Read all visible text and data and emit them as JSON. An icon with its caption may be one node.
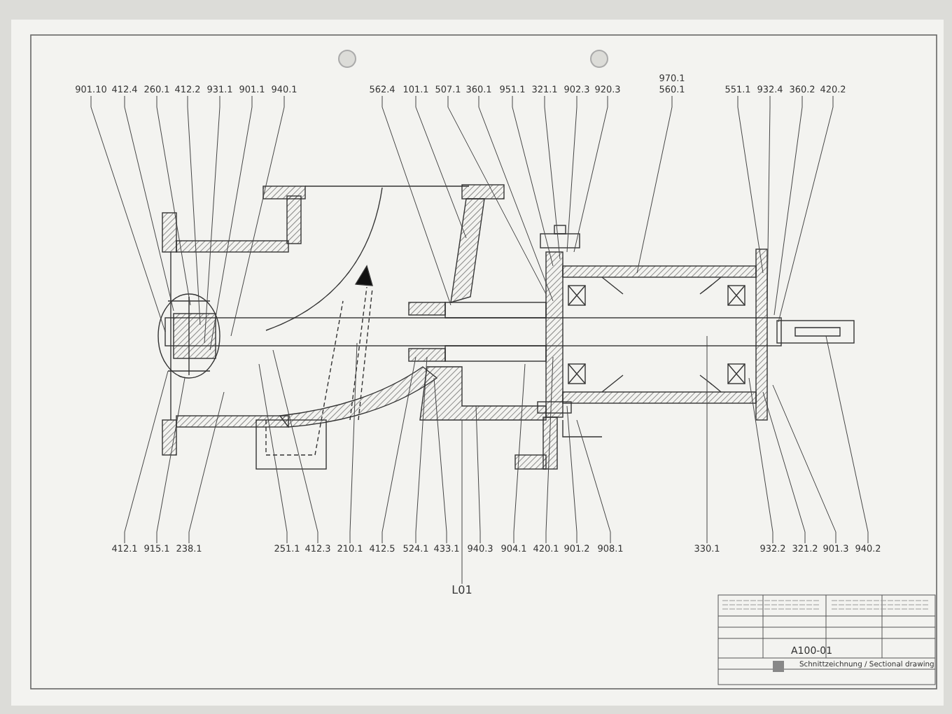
{
  "diagram": {
    "nodes": [
      {
        "text": [
          "901.10"
        ]
      },
      {
        "text": [
          "412.4"
        ]
      },
      {
        "text": [
          "260.1"
        ]
      },
      {
        "text": [
          "412.2"
        ]
      },
      {
        "text": [
          "931.1"
        ]
      },
      {
        "text": [
          "901.1"
        ]
      },
      {
        "text": [
          "940.1"
        ]
      },
      {
        "text": [
          "562.4"
        ]
      },
      {
        "text": [
          "101.1"
        ]
      },
      {
        "text": [
          "507.1"
        ]
      },
      {
        "text": [
          "360.1"
        ]
      },
      {
        "text": [
          "951.1"
        ]
      },
      {
        "text": [
          "321.1"
        ]
      },
      {
        "text": [
          "902.3"
        ]
      },
      {
        "text": [
          "920.3"
        ]
      },
      {
        "text": [
          "560.1"
        ]
      },
      {
        "text": [
          "551.1"
        ]
      },
      {
        "text": [
          "932.4"
        ]
      },
      {
        "text": [
          "360.2"
        ]
      },
      {
        "text": [
          "420.2"
        ]
      },
      {
        "text": [
          "412.1"
        ]
      },
      {
        "text": [
          "915.1"
        ]
      },
      {
        "text": [
          "238.1"
        ]
      },
      {
        "text": [
          "251.1"
        ]
      },
      {
        "text": [
          "412.3"
        ]
      },
      {
        "text": [
          "210.1"
        ]
      },
      {
        "text": [
          "412.5"
        ]
      },
      {
        "text": [
          "524.1"
        ]
      },
      {
        "text": [
          "433.1"
        ]
      },
      {
        "text": [
          "940.3"
        ]
      },
      {
        "text": [
          "904.1"
        ]
      },
      {
        "text": [
          "420.1"
        ]
      },
      {
        "text": [
          "901.2"
        ]
      },
      {
        "text": [
          "908.1"
        ]
      },
      {
        "text": [
          "330.1"
        ]
      },
      {
        "text": [
          "932.2"
        ]
      },
      {
        "text": [
          "321.2"
        ]
      },
      {
        "text": [
          "901.3"
        ]
      },
      {
        "text": [
          "940.2"
        ]
      },
      {
        "text": [
          "L01"
        ]
      }
    ],
    "edges": [
      {
        "from": 0,
        "to": null,
        "arrow": "none"
      },
      {
        "from": 1,
        "to": null,
        "arrow": "none"
      },
      {
        "from": 2,
        "to": null,
        "arrow": "none"
      },
      {
        "from": 3,
        "to": null,
        "arrow": "none"
      },
      {
        "from": 4,
        "to": null,
        "arrow": "none"
      },
      {
        "from": 5,
        "to": null,
        "arrow": "none"
      },
      {
        "from": 6,
        "to": null,
        "arrow": "none"
      },
      {
        "from": 7,
        "to": null,
        "arrow": "none"
      },
      {
        "from": 8,
        "to": null,
        "arrow": "none"
      },
      {
        "from": 9,
        "to": null,
        "arrow": "none"
      },
      {
        "from": 10,
        "to": null,
        "arrow": "none"
      },
      {
        "from": 11,
        "to": null,
        "arrow": "none"
      },
      {
        "from": 12,
        "to": null,
        "arrow": "none"
      },
      {
        "from": 13,
        "to": null,
        "arrow": "none"
      },
      {
        "from": 14,
        "to": null,
        "arrow": "none"
      },
      {
        "from": 15,
        "to": null,
        "arrow": "none"
      },
      {
        "from": 16,
        "to": null,
        "arrow": "none"
      },
      {
        "from": 17,
        "to": null,
        "arrow": "none"
      },
      {
        "from": 18,
        "to": null,
        "arrow": "none"
      },
      {
        "from": 19,
        "to": null,
        "arrow": "none"
      },
      {
        "from": 20,
        "to": null,
        "arrow": "none"
      },
      {
        "from": 21,
        "to": null,
        "arrow": "none"
      },
      {
        "from": 22,
        "to": null,
        "arrow": "none"
      },
      {
        "from": 23,
        "to": null,
        "arrow": "none"
      },
      {
        "from": 24,
        "to": null,
        "arrow": "none"
      },
      {
        "from": 25,
        "to": null,
        "arrow": "none"
      },
      {
        "from": 26,
        "to": null,
        "arrow": "none"
      },
      {
        "from": 27,
        "to": null,
        "arrow": "none"
      },
      {
        "from": 28,
        "to": null,
        "arrow": "none"
      },
      {
        "from": 29,
        "to": null,
        "arrow": "none"
      },
      {
        "from": 30,
        "to": null,
        "arrow": "none"
      },
      {
        "from": 31,
        "to": null,
        "arrow": "none"
      },
      {
        "from": 32,
        "to": null,
        "arrow": "none"
      },
      {
        "from": 33,
        "to": null,
        "arrow": "none"
      },
      {
        "from": 34,
        "to": null,
        "arrow": "none"
      },
      {
        "from": 35,
        "to": null,
        "arrow": "none"
      },
      {
        "from": 36,
        "to": null,
        "arrow": "none"
      },
      {
        "from": 37,
        "to": null,
        "arrow": "none"
      },
      {
        "from": 38,
        "to": null,
        "arrow": "none"
      },
      {
        "from": 39,
        "to": null,
        "arrow": "none"
      }
    ],
    "labels": [
      "970.1",
      "A100-01",
      "Schnittzeichnung / Sectional drawing"
    ]
  }
}
